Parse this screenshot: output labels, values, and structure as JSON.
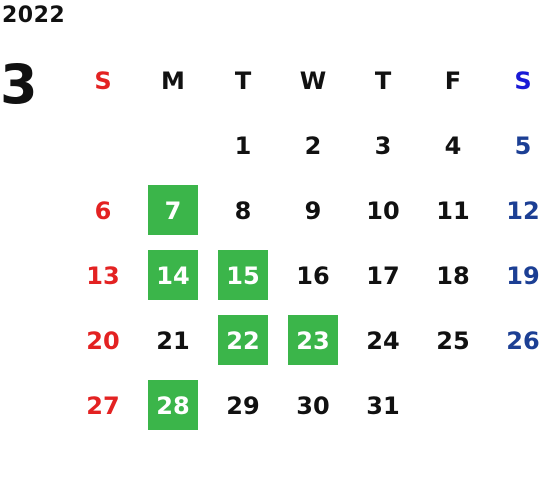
{
  "calendar": {
    "year": "2022",
    "month": "3",
    "weekdays": [
      "S",
      "M",
      "T",
      "W",
      "T",
      "F",
      "S"
    ],
    "colors": {
      "sunday": "#e32222",
      "saturday": "#1c3f94",
      "highlight": "#3bb54a"
    },
    "weeks": [
      [
        {
          "day": ""
        },
        {
          "day": ""
        },
        {
          "day": "1"
        },
        {
          "day": "2"
        },
        {
          "day": "3"
        },
        {
          "day": "4"
        },
        {
          "day": "5"
        }
      ],
      [
        {
          "day": "6"
        },
        {
          "day": "7",
          "highlight": true
        },
        {
          "day": "8"
        },
        {
          "day": "9"
        },
        {
          "day": "10"
        },
        {
          "day": "11"
        },
        {
          "day": "12"
        }
      ],
      [
        {
          "day": "13"
        },
        {
          "day": "14",
          "highlight": true
        },
        {
          "day": "15",
          "highlight": true
        },
        {
          "day": "16"
        },
        {
          "day": "17"
        },
        {
          "day": "18"
        },
        {
          "day": "19"
        }
      ],
      [
        {
          "day": "20"
        },
        {
          "day": "21"
        },
        {
          "day": "22",
          "highlight": true
        },
        {
          "day": "23",
          "highlight": true
        },
        {
          "day": "24"
        },
        {
          "day": "25"
        },
        {
          "day": "26"
        }
      ],
      [
        {
          "day": "27"
        },
        {
          "day": "28",
          "highlight": true
        },
        {
          "day": "29"
        },
        {
          "day": "30"
        },
        {
          "day": "31"
        },
        {
          "day": ""
        },
        {
          "day": ""
        }
      ]
    ]
  }
}
